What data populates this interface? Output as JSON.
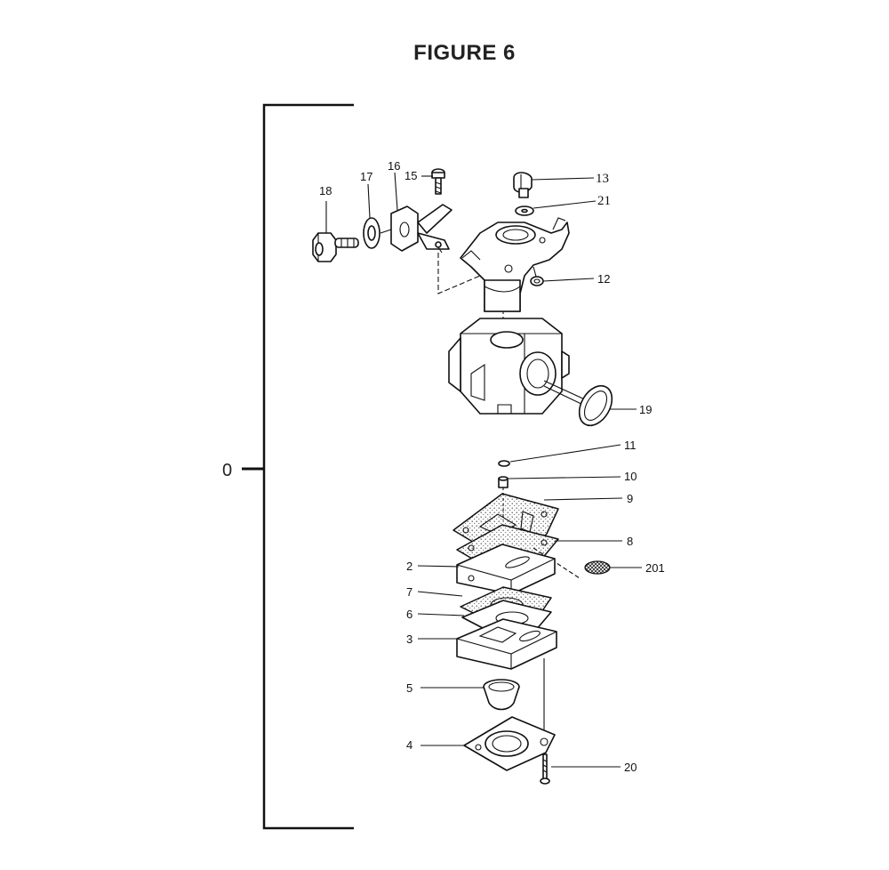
{
  "figure": {
    "title": "FIGURE 6"
  },
  "assembly": {
    "label": "0"
  },
  "callouts": [
    {
      "id": "p18",
      "label": "18"
    },
    {
      "id": "p17",
      "label": "17"
    },
    {
      "id": "p16",
      "label": "16"
    },
    {
      "id": "p15",
      "label": "15"
    },
    {
      "id": "p13",
      "label": "13"
    },
    {
      "id": "p21",
      "label": "21"
    },
    {
      "id": "p12",
      "label": "12"
    },
    {
      "id": "p19",
      "label": "19"
    },
    {
      "id": "p11",
      "label": "11"
    },
    {
      "id": "p10",
      "label": "10"
    },
    {
      "id": "p9",
      "label": "9"
    },
    {
      "id": "p8",
      "label": "8"
    },
    {
      "id": "p201",
      "label": "201"
    },
    {
      "id": "p2",
      "label": "2"
    },
    {
      "id": "p7",
      "label": "7"
    },
    {
      "id": "p6",
      "label": "6"
    },
    {
      "id": "p3",
      "label": "3"
    },
    {
      "id": "p5",
      "label": "5"
    },
    {
      "id": "p4",
      "label": "4"
    },
    {
      "id": "p20",
      "label": "20"
    }
  ]
}
